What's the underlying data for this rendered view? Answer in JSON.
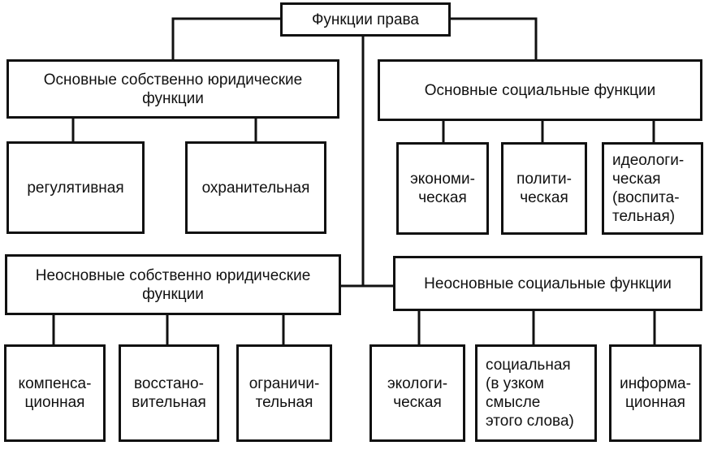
{
  "root": "Функции права",
  "groups": {
    "legal_main": "Основные собственно юридические\nфункции",
    "social_main": "Основные социальные функции",
    "legal_secondary": "Неосновные собственно юридические\nфункции",
    "social_secondary": "Неосновные социальные функции"
  },
  "leaves": {
    "regulative": "регулятивная",
    "protective": "охранительная",
    "economic": "экономи-\nческая",
    "political": "полити-\nческая",
    "ideological": "идеологи-\nческая\n(воспита-\nтельная)",
    "compensatory": "компенса-\nционная",
    "restorative": "восстано-\nвительная",
    "restrictive": "ограничи-\nтельная",
    "ecological": "экологи-\nческая",
    "social": "социальная\n(в узком\nсмысле\nэтого слова)",
    "informational": "информа-\nционная"
  }
}
